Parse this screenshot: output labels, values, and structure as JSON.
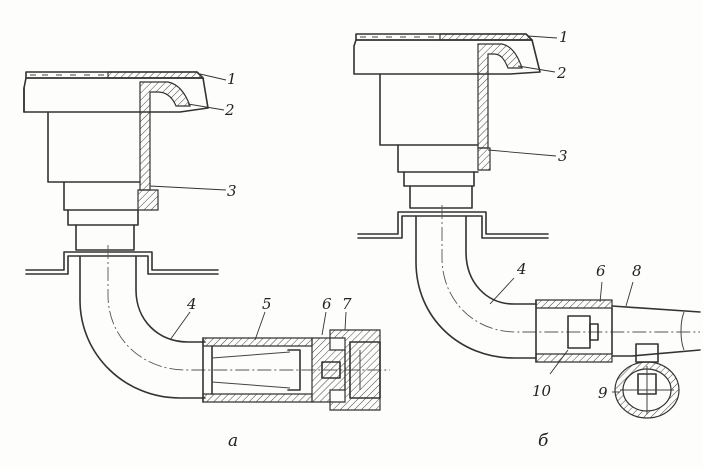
{
  "figure_a": {
    "caption": "а",
    "labels": [
      "1",
      "2",
      "3",
      "4",
      "5",
      "6",
      "7"
    ]
  },
  "figure_b": {
    "caption": "б",
    "labels": [
      "1",
      "2",
      "3",
      "4",
      "6",
      "8",
      "9",
      "10"
    ]
  }
}
